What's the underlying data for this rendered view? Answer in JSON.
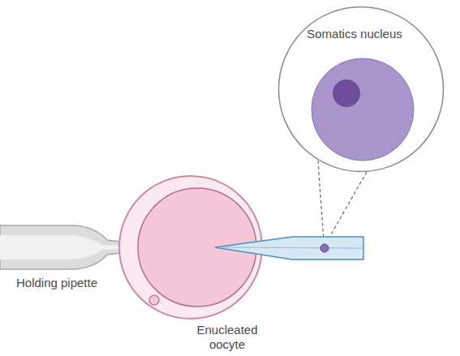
{
  "diagram": {
    "nodes": [
      {
        "text": [
          "Somatics nucleus"
        ]
      }
    ],
    "labels": [
      "Holding pipette",
      "Enucleated oocyte"
    ]
  }
}
